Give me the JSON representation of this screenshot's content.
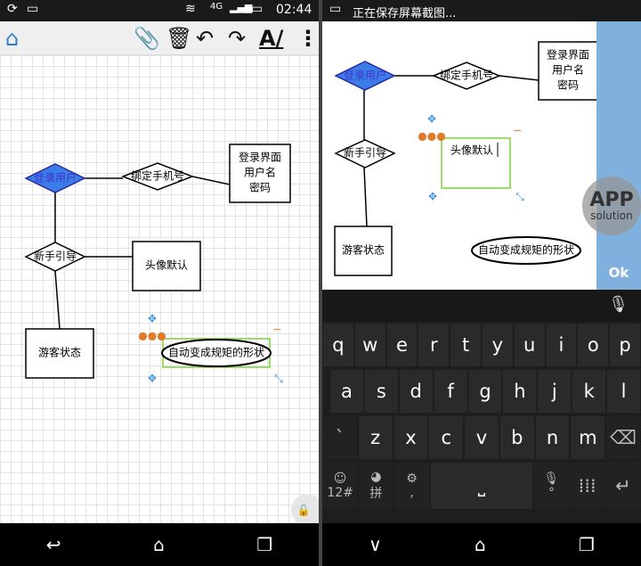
{
  "left": {
    "status": {
      "time": "02:44",
      "network": "4G"
    },
    "toolbar": {
      "icons": [
        "home-icon",
        "attach-file-icon",
        "trash-icon",
        "undo-icon",
        "redo-icon",
        "text-style-icon",
        "more-icon"
      ]
    },
    "diagram": {
      "login_user": "登录用户",
      "bind_phone": "绑定手机号",
      "login_box": [
        "登录界面",
        "用户名",
        "密码"
      ],
      "new_guide": "新手引导",
      "avatar": "头像默认",
      "guest": "游客状态",
      "auto_shape": "自动变成规矩的形状"
    }
  },
  "right": {
    "status": {
      "text": "正在保存屏幕截图..."
    },
    "diagram": {
      "login_user": "登录用户",
      "bind_phone": "绑定手机号",
      "login_box": [
        "登录界面",
        "用户名",
        "密码"
      ],
      "new_guide": "新手引导",
      "avatar": "头像默认",
      "guest": "游客状态",
      "auto_shape": "自动变成规矩的形状"
    },
    "ok_label": "Ok",
    "keyboard": {
      "row1": [
        "q",
        "w",
        "e",
        "r",
        "t",
        "y",
        "u",
        "i",
        "o",
        "p"
      ],
      "row2": [
        "a",
        "s",
        "d",
        "f",
        "g",
        "h",
        "j",
        "k",
        "l"
      ],
      "row3": [
        "`",
        "z",
        "x",
        "c",
        "v",
        "b",
        "n",
        "m"
      ],
      "bottom": {
        "emoji_sub": "12#",
        "lang_sub": "拼",
        "settings_sub": ",",
        "mic_sub": "°"
      }
    },
    "watermark": {
      "line1": "APP",
      "line2": "solution"
    }
  }
}
